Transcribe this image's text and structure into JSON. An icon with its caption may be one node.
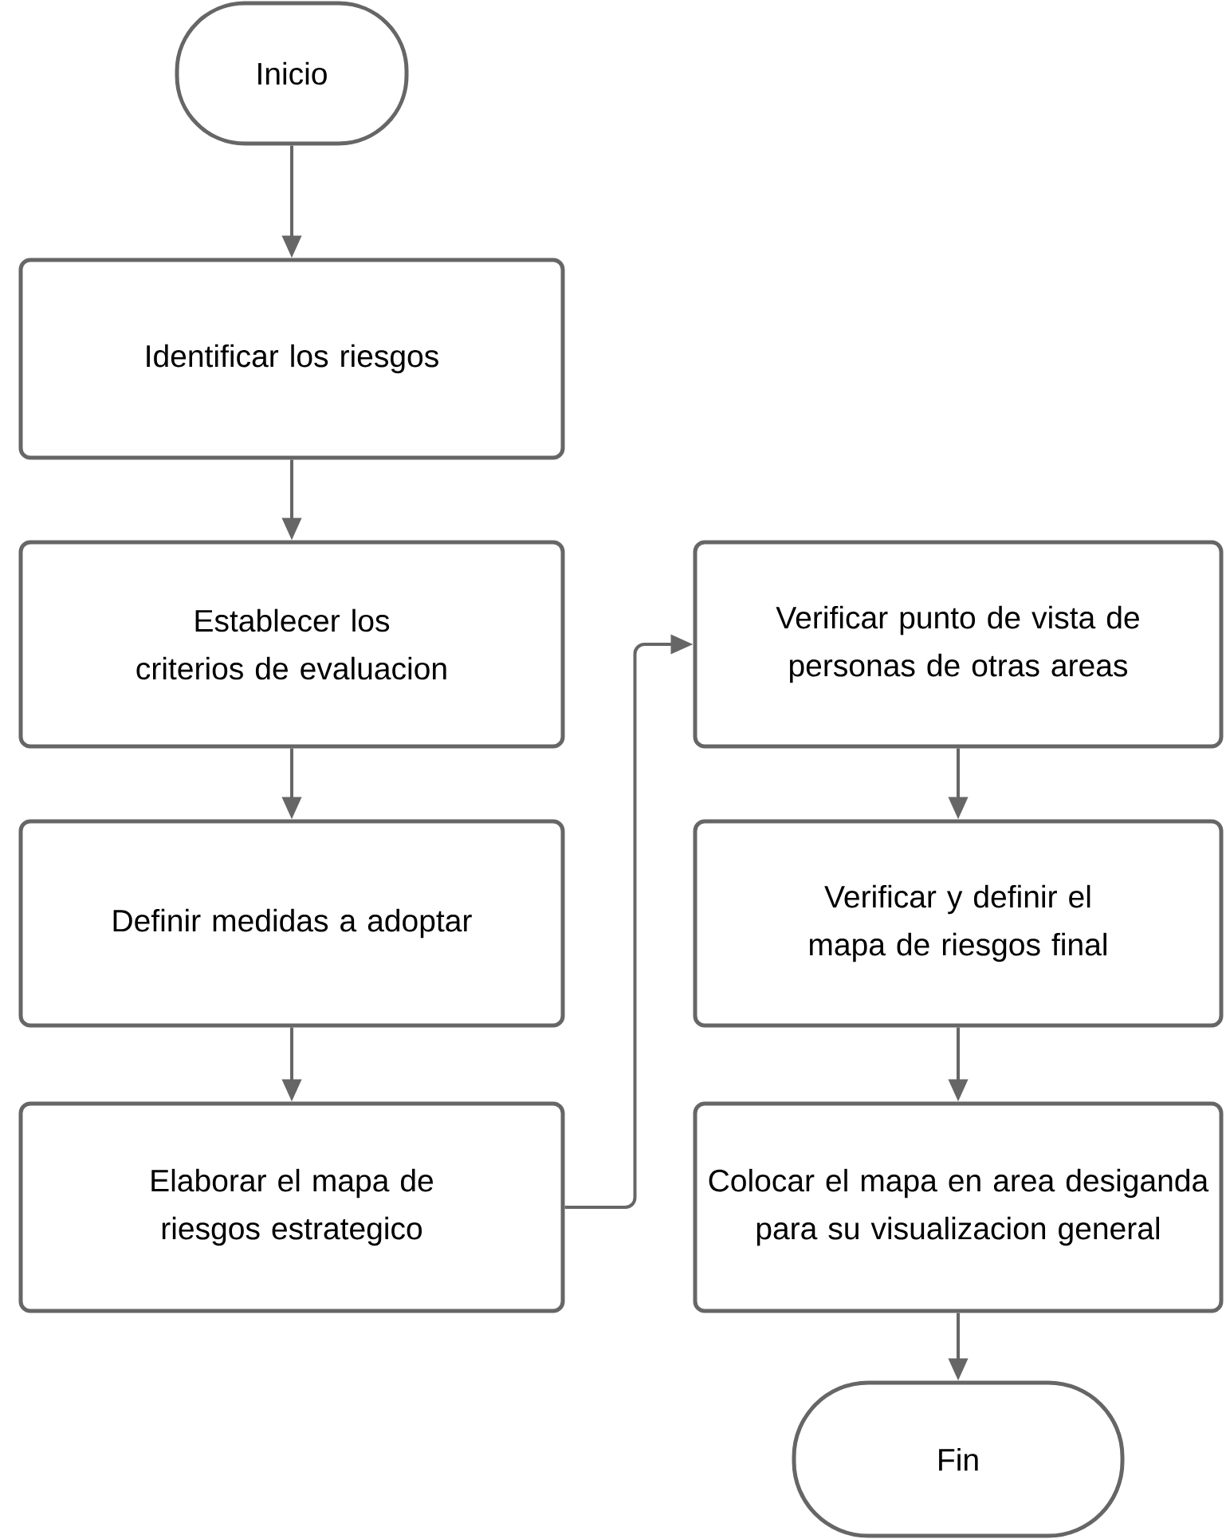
{
  "diagram": {
    "nodes": [
      {
        "text": [
          "Inicio"
        ]
      },
      {
        "text": [
          "Identificar los riesgos"
        ]
      },
      {
        "text": [
          "Establecer los criterios de evaluacion"
        ]
      },
      {
        "text": [
          "Definir medidas a adoptar"
        ]
      },
      {
        "text": [
          "Elaborar el mapa de riesgos estrategico"
        ]
      },
      {
        "text": [
          "Verificar punto de vista de personas de otras areas"
        ]
      },
      {
        "text": [
          "Verificar y definir el mapa de riesgos final"
        ]
      },
      {
        "text": [
          "Colocar el mapa en area desiganda para su visualizacion general"
        ]
      },
      {
        "text": [
          "Fin"
        ]
      }
    ],
    "edges": [
      {
        "from": 0,
        "to": 1,
        "arrow": "to"
      },
      {
        "from": 1,
        "to": 2,
        "arrow": "to"
      },
      {
        "from": 2,
        "to": 3,
        "arrow": "to"
      },
      {
        "from": 3,
        "to": 4,
        "arrow": "to"
      },
      {
        "from": 4,
        "to": 5,
        "arrow": "to"
      },
      {
        "from": 5,
        "to": 6,
        "arrow": "to"
      },
      {
        "from": 6,
        "to": 7,
        "arrow": "to"
      },
      {
        "from": 7,
        "to": 8,
        "arrow": "to"
      }
    ]
  }
}
